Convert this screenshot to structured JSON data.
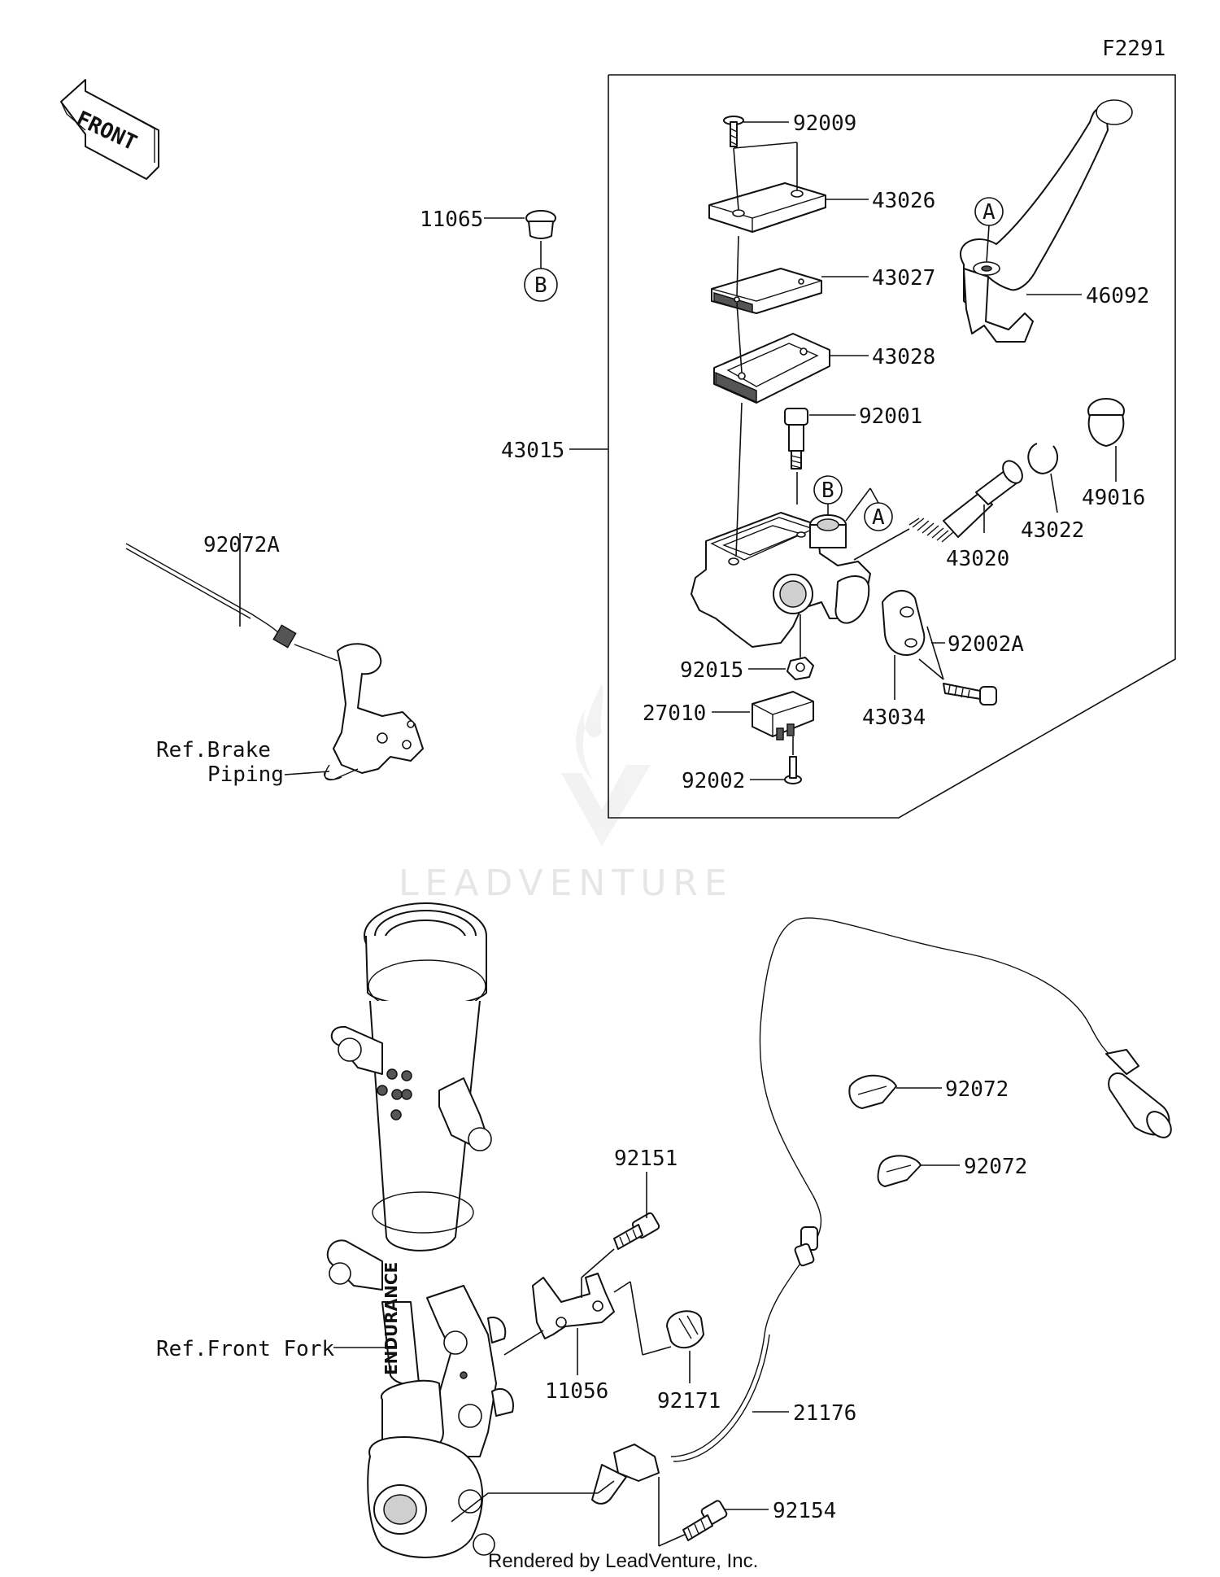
{
  "figure_id": "F2291",
  "front_label": "FRONT",
  "watermark": "LEADVENTURE",
  "footer": "Rendered by LeadVenture, Inc.",
  "fork_brand": "ENDURANCE",
  "ref_labels": {
    "brake_piping_line1": "Ref.Brake",
    "brake_piping_line2": "Piping",
    "front_fork": "Ref.Front Fork"
  },
  "markers": {
    "a": "A",
    "b": "B"
  },
  "parts": {
    "p92009": "92009",
    "p43026": "43026",
    "p43027": "43027",
    "p43028": "43028",
    "p92001": "92001",
    "p43015": "43015",
    "p11065": "11065",
    "p46092": "46092",
    "p49016": "49016",
    "p43022": "43022",
    "p43020": "43020",
    "p92002A": "92002A",
    "p43034": "43034",
    "p92015": "92015",
    "p27010": "27010",
    "p92002": "92002",
    "p92072A": "92072A",
    "p92072_1": "92072",
    "p92072_2": "92072",
    "p92151": "92151",
    "p11056": "11056",
    "p92171": "92171",
    "p21176": "21176",
    "p92154": "92154"
  }
}
